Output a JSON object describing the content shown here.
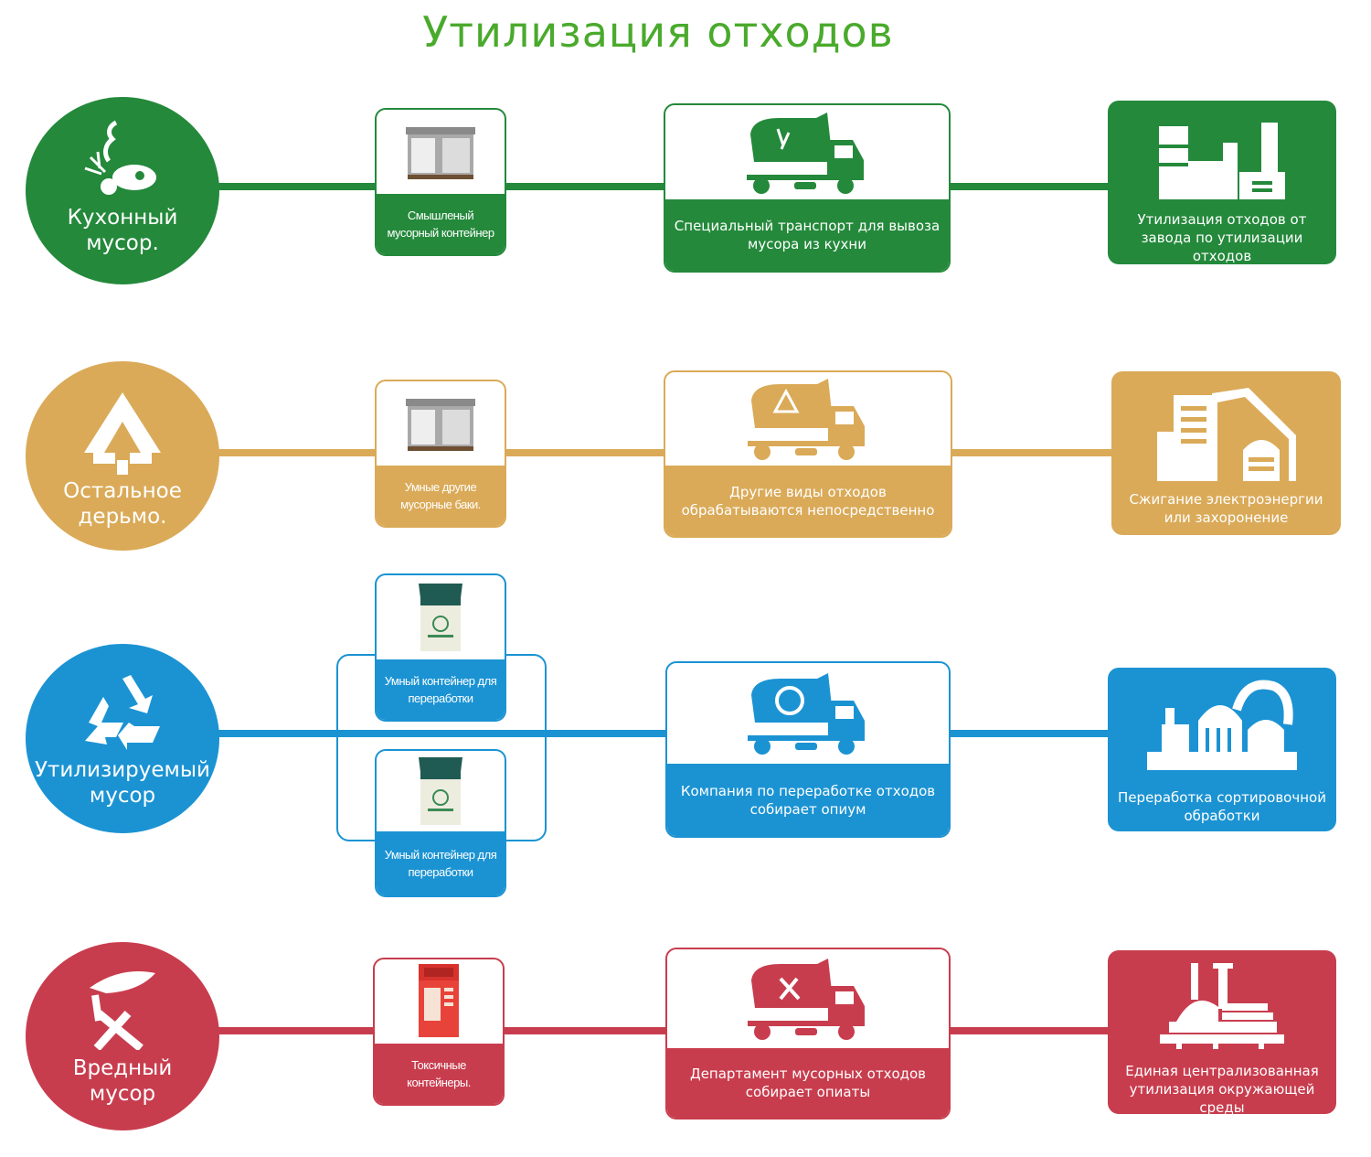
{
  "title": "Утилизация отходов",
  "colors": {
    "green": "#24893b",
    "tan": "#daaa58",
    "blue": "#1b93d3",
    "red": "#c83d4e"
  },
  "rows": [
    {
      "category": [
        "Кухонный",
        "мусор."
      ],
      "category_icon": "fishbone-icon",
      "bin": "Смышленый мусорный контейнер",
      "transport": "Специальный транспорт для вывоза мусора из кухни",
      "destination": "Утилизация отходов от завода по утилизации отходов",
      "destination_icon": "factory-icon"
    },
    {
      "category": [
        "Остальное",
        "дерьмо."
      ],
      "category_icon": "triangle-arrows-icon",
      "bin": "Умные другие мусорные баки.",
      "transport": "Другие виды отходов обрабатываются непосредственно",
      "destination": "Сжигание электроэнергии или захоронение",
      "destination_icon": "building-icon"
    },
    {
      "category": [
        "Утилизируемый",
        "мусор"
      ],
      "category_icon": "recycle-icon",
      "bins": [
        "Умный контейнер для переработки",
        "Умный контейнер для переработки"
      ],
      "transport": "Компания по переработке отходов собирает опиум",
      "destination": "Переработка сортировочной обработки",
      "destination_icon": "plant-domes-icon"
    },
    {
      "category": [
        "Вредный",
        "мусор"
      ],
      "category_icon": "hazard-bottle-icon",
      "bin": "Токсичные контейнеры.",
      "transport": "Департамент мусорных отходов собирает опиаты",
      "destination": "Единая централизованная утилизация окружающей среды",
      "destination_icon": "chemical-plant-icon"
    }
  ]
}
